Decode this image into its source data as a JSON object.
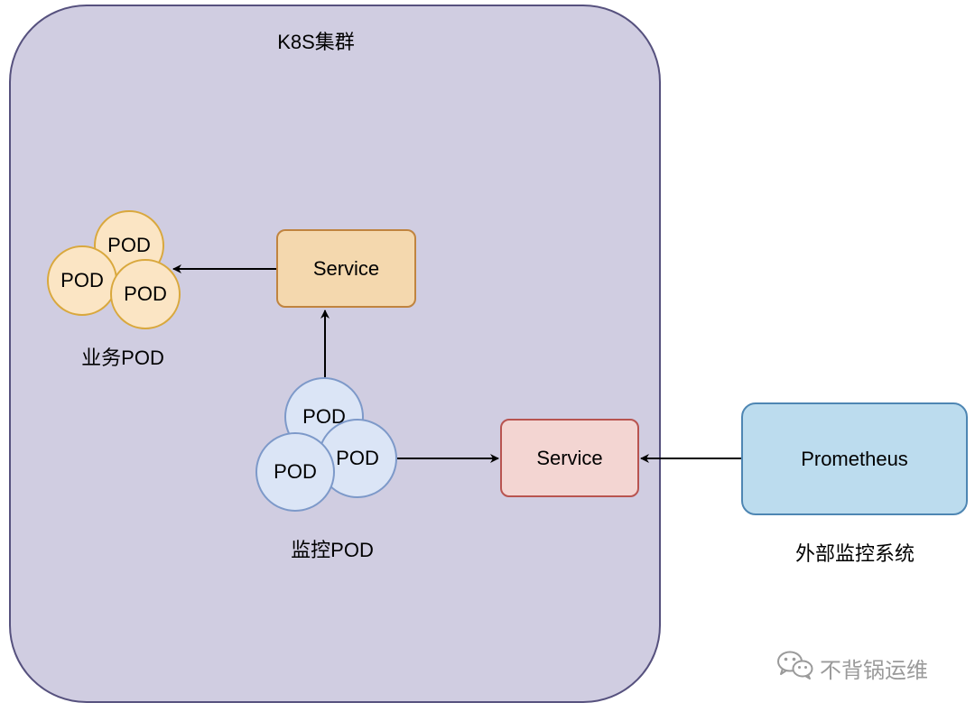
{
  "cluster": {
    "title": "K8S集群"
  },
  "business": {
    "service_label": "Service",
    "pods": [
      "POD",
      "POD",
      "POD"
    ],
    "group_label": "业务POD"
  },
  "monitoring": {
    "service_label": "Service",
    "pods": [
      "POD",
      "POD",
      "POD"
    ],
    "group_label": "监控POD"
  },
  "external": {
    "box_label": "Prometheus",
    "group_label": "外部监控系统"
  },
  "watermark": {
    "text": "不背锅运维",
    "icon": "wechat-icon"
  },
  "colors": {
    "cluster_fill": "#d0cde1",
    "cluster_stroke": "#56517e",
    "business_service_fill": "#f4d8ae",
    "monitor_service_fill": "#f3d5d2",
    "prometheus_fill": "#bcdcee",
    "business_pod_fill": "#fbe5c4",
    "monitor_pod_fill": "#dbe5f6"
  }
}
